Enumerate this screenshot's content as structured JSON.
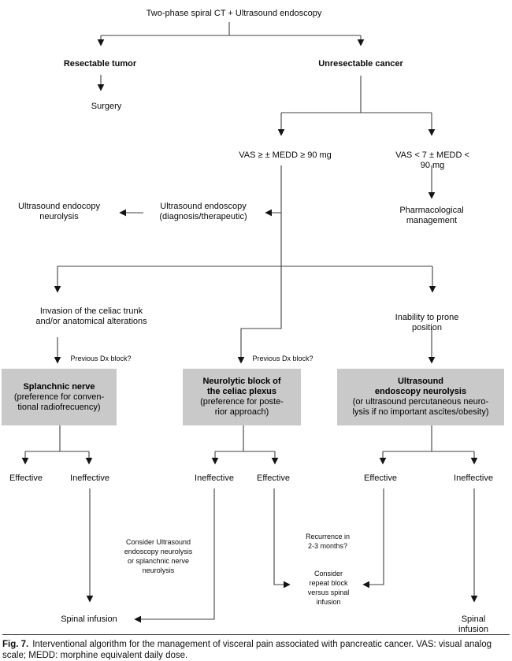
{
  "colors": {
    "background": "#ffffff",
    "box_fill": "#c9c9c9",
    "line": "#404040",
    "text": "#000000"
  },
  "nodes": {
    "root": "Two-phase spiral CT + Ultrasound endoscopy",
    "resectable": "Resectable tumor",
    "unresectable": "Unresectable cancer",
    "surgery": "Surgery",
    "vas_high": "VAS ≥ ± MEDD ≥ 90 mg",
    "vas_low": "VAS < 7 ± MEDD < 90 mg",
    "pharmacological": "Pharmacological\nmanagement",
    "ue_neurolysis": "Ultrasound endocopy\nneurolysis",
    "ue_diagnostic": "Ultrasound endoscopy\n(diagnosis/therapeutic)",
    "invasion": "Invasion of the celiac trunk\nand/or anatomical alterations",
    "inability": "Inability to prone position",
    "previous_dx_left": "Previous Dx block?",
    "previous_dx_mid": "Previous Dx block?",
    "effective_left": "Effective",
    "ineffective_left": "Ineffective",
    "ineffective_mid": "Ineffective",
    "effective_mid": "Effective",
    "effective_right": "Effective",
    "ineffective_right": "Ineffective",
    "consider_ue": "Consider Ultrasound\nendoscopy neurolysis\nor splanchnic nerve\nneurolysis",
    "recurrence": "Recurrence in\n2-3 months?",
    "consider_repeat": "Consider\nrepeat block\nversus spinal\ninfusion",
    "spinal_left": "Spinal infusion",
    "spinal_right": "Spinal infusion"
  },
  "boxes": {
    "splanchnic": {
      "title": "Splanchnic nerve",
      "subtitle": "(preference for conven-\ntional radiofrecuency)"
    },
    "neurolytic": {
      "title": "Neurolytic block of\nthe celiac plexus",
      "subtitle": "(preference for poste-\nrior approach)"
    },
    "ultrasound": {
      "title": "Ultrasound\nendoscopy neurolysis",
      "subtitle": "(or ultrasound percutaneous neuro-\nlysis if no important ascites/obesity)"
    }
  },
  "caption": {
    "label": "Fig. 7.",
    "text": "Interventional algorithm for the management of visceral pain associated with pancreatic cancer. VAS: visual analog scale; MEDD: morphine equivalent daily dose."
  }
}
